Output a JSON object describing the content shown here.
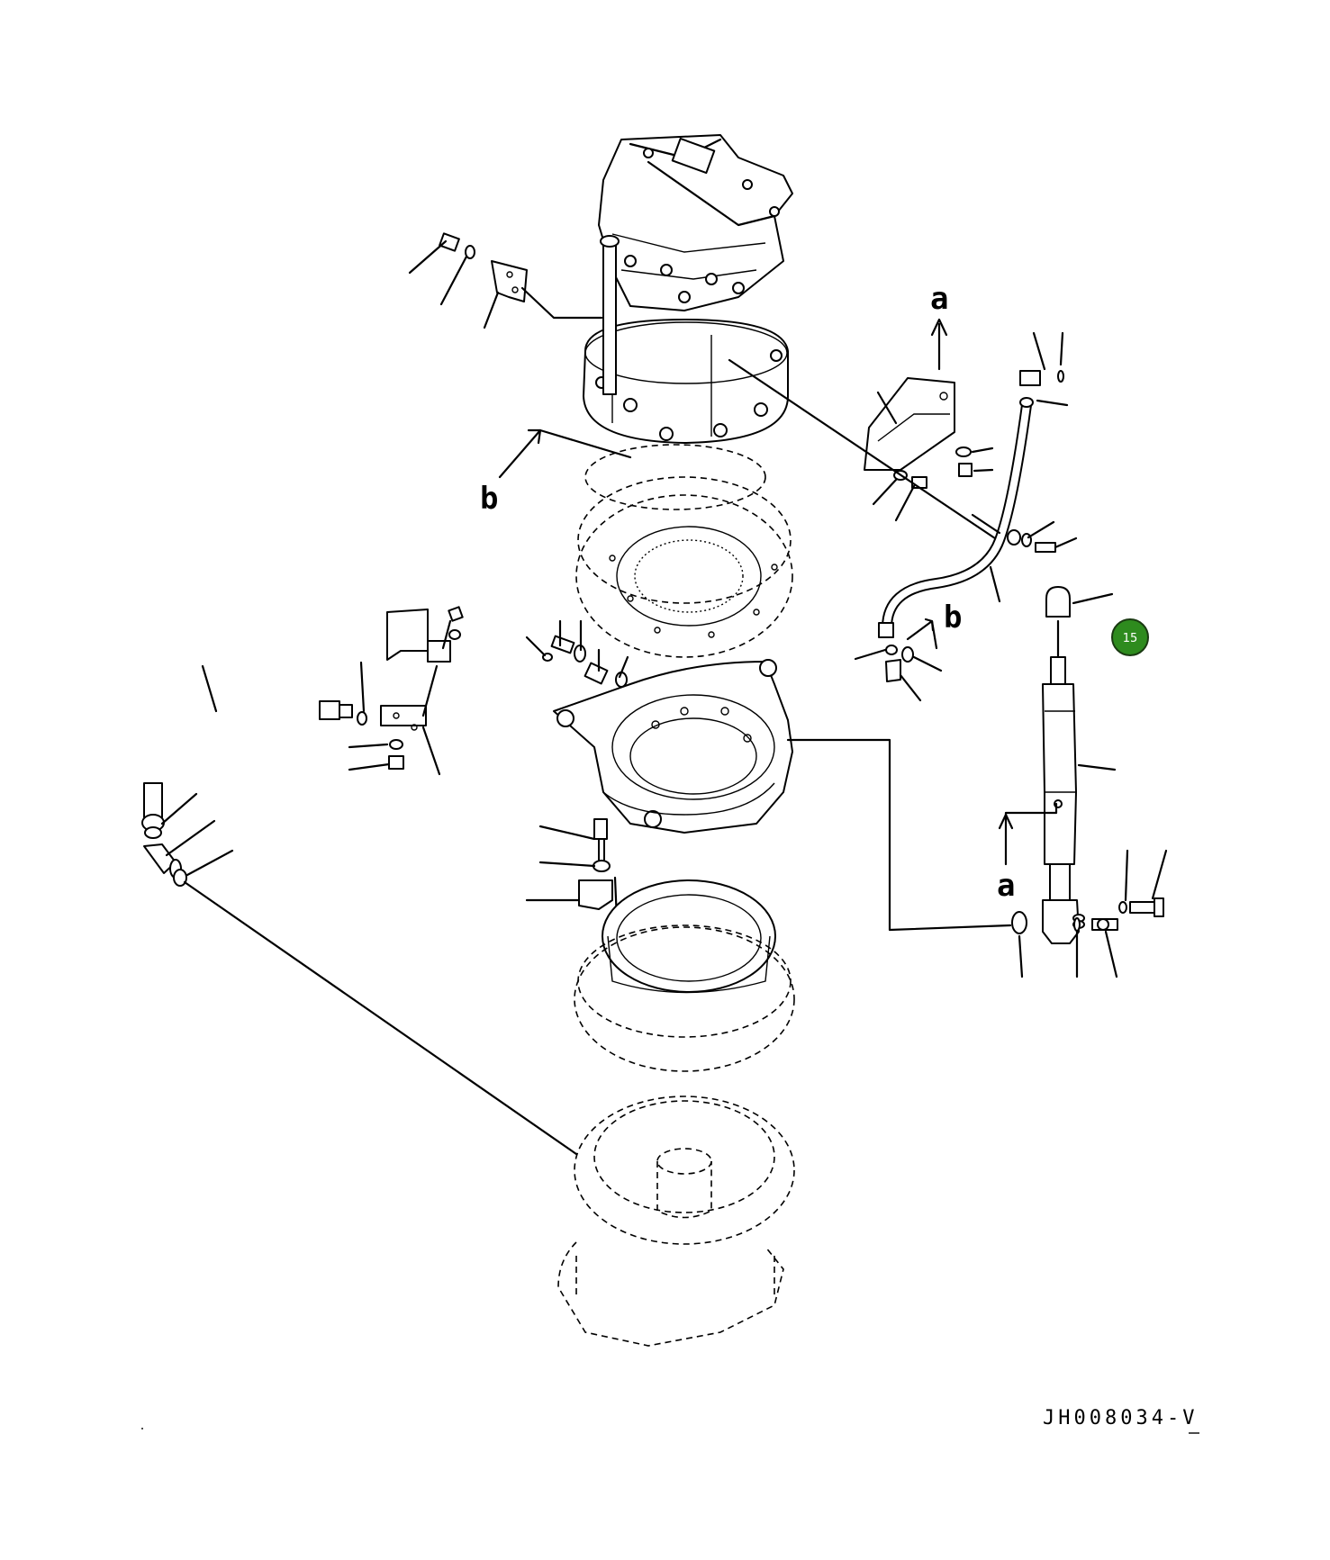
{
  "labels": {
    "a_top": "a",
    "a_right": "a",
    "b_left": "b",
    "b_right": "b"
  },
  "badge": {
    "text": "15",
    "color": "#2e8b1e"
  },
  "drawing_code": "JH008034-V"
}
